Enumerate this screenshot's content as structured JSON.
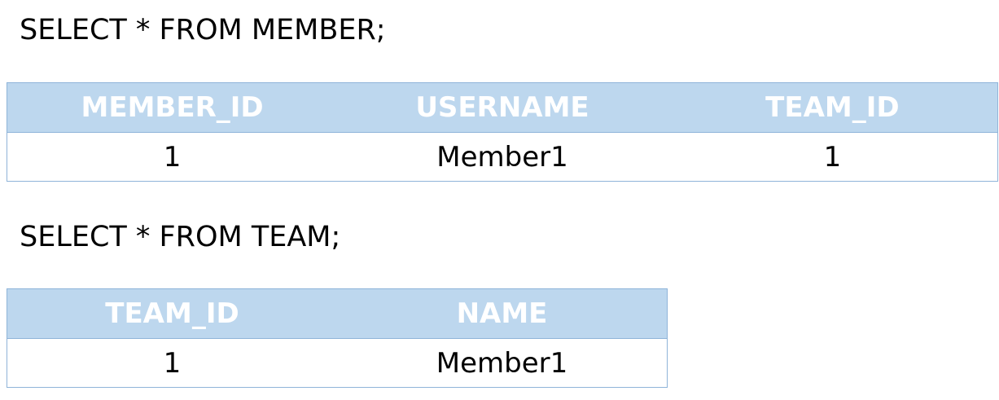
{
  "queries": [
    {
      "sql": "SELECT * FROM MEMBER;",
      "columns": [
        "MEMBER_ID",
        "USERNAME",
        "TEAM_ID"
      ],
      "rows": [
        [
          "1",
          "Member1",
          "1"
        ]
      ]
    },
    {
      "sql": "SELECT * FROM TEAM;",
      "columns": [
        "TEAM_ID",
        "NAME"
      ],
      "rows": [
        [
          "1",
          "Member1"
        ]
      ]
    }
  ],
  "colors": {
    "header_bg": "#bdd7ee",
    "header_text": "#ffffff",
    "border": "#8fb4d9"
  }
}
